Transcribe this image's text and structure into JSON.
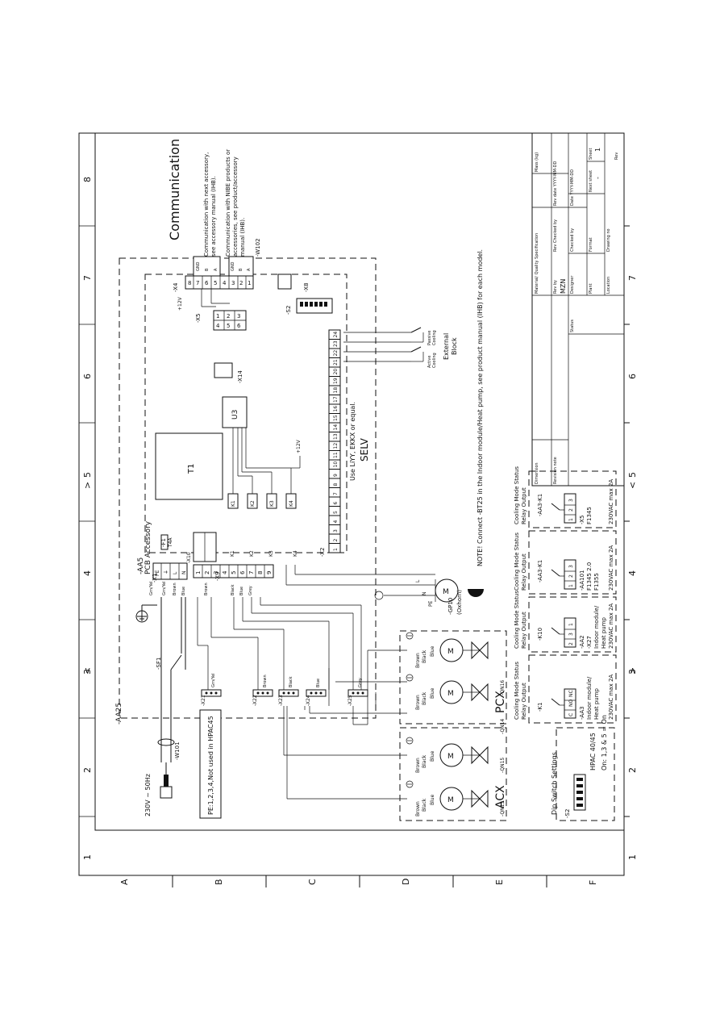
{
  "border": {
    "cols": [
      "1",
      "2",
      "3",
      "4",
      "5",
      "6",
      "7",
      "8"
    ],
    "rows": [
      "A",
      "B",
      "C",
      "D",
      "E",
      "F"
    ],
    "markers": [
      "<",
      "<",
      ">",
      ">"
    ]
  },
  "title": "Communication",
  "notes": {
    "comm1": [
      "Communication with next accessory,",
      "see accessory manual (IHB)."
    ],
    "comm2": [
      "Communication with NIBE products or",
      "accessories, see product/accessory",
      "manual (IHB)."
    ],
    "selv": "SELV",
    "cable": "Use LiYY, EKKX or equal.",
    "note": "NOTE! Connect -BT25 in the Indoor module/Heat pump, see product manual (IHB) for each model.",
    "pe": "PE:1,2,3,4,Not used in HPAC45",
    "supply": "230V ~ 50Hz",
    "ext_block": [
      "External",
      "Block"
    ],
    "active_cooling": [
      "Active",
      "Cooling"
    ],
    "passive_cooling": [
      "Passive",
      "Cooling"
    ]
  },
  "labels": {
    "aa25": "-AA25",
    "aa5": "-AA5",
    "pcb": "PCB Accessory",
    "x1": "-X1",
    "x2": "-X2",
    "x4": "-X4",
    "x5": "-X5",
    "x8": "-X8",
    "x9": "-X9",
    "x10": "-X10",
    "x14": "-X14",
    "x21": "-X21",
    "x22": "-X22",
    "x23": "-X23",
    "x24": "-X24",
    "x25": "-X25",
    "s2": "-S2",
    "f1": "-F1",
    "f1_val": "T4A",
    "t1": "T1",
    "u3": "U3",
    "sf1": "-SF1",
    "w101": "-W101",
    "w102": "-W102",
    "v12": "+12V",
    "k": [
      "K1",
      "K2",
      "K3",
      "K4"
    ],
    "gp10": "-GP10",
    "gp10b": "(Oxhorn)",
    "acx": "ACX",
    "pcx": "PCX",
    "qn13": "-QN13",
    "qn14": "-QN14",
    "qn15": "-QN15",
    "qn16": "-QN16"
  },
  "terminals": {
    "x1": [
      "PE",
      "⏚",
      "L",
      "N"
    ],
    "x9": [
      "1",
      "2",
      "3",
      "4",
      "5",
      "6",
      "7",
      "8",
      "9"
    ],
    "x2": [
      "1",
      "2",
      "3",
      "4",
      "5",
      "6",
      "7",
      "8",
      "9",
      "10",
      "11",
      "12",
      "13",
      "14",
      "15",
      "16",
      "17",
      "18",
      "19",
      "20",
      "21",
      "22",
      "23",
      "24"
    ],
    "x4_num": [
      "8",
      "7",
      "6",
      "5",
      "4",
      "3",
      "2",
      "1"
    ],
    "x4_txt": [
      "GND",
      "B",
      "A",
      "GND",
      "B",
      "A"
    ],
    "x5": [
      "1",
      "2",
      "3",
      "4",
      "5",
      "6"
    ]
  },
  "wires": {
    "x1": [
      "Grn/Yel",
      "Grn/Yel",
      "Brown",
      "Blue"
    ],
    "x9": [
      "Brown",
      "Black",
      "Blue",
      "Grey"
    ],
    "groups": [
      "Grn/Yel",
      "Brown",
      "Black",
      "Blue",
      "Grey"
    ],
    "pump": [
      "L",
      "N",
      "PE"
    ],
    "valve": [
      "Brown",
      "Black",
      "Blue"
    ]
  },
  "dip": {
    "title": "Dip Switch Settings",
    "s2": "-S2",
    "model": "HPAC 40/45",
    "setting": "On: 1,3 & 5 = On"
  },
  "relays": [
    {
      "title": [
        "Cooling Mode Status",
        "Relay Output"
      ],
      "relay": "-K1",
      "pins": [
        "C",
        "NO",
        "NC"
      ],
      "ref": [
        "-AA3",
        "Indoor module/",
        "Heat pump"
      ],
      "rating": "230VAC max 2A"
    },
    {
      "title": [
        "Cooling Mode Status",
        "Relay Output"
      ],
      "relay": "-K10",
      "pins": [
        "2",
        "3",
        "1"
      ],
      "ref": [
        "-AA2",
        "-X27",
        "Indoor module/",
        "Heat pump"
      ],
      "rating": "230VAC max 2A"
    },
    {
      "title": [
        "Cooling Mode Status",
        "Relay Output"
      ],
      "relay": "-AA3-K1",
      "pins": [
        "1",
        "2",
        "3"
      ],
      "ref": [
        "-AA101",
        "F1345 2.0",
        "F1355"
      ],
      "rating": "230VAC max 2A"
    },
    {
      "title": [
        "Cooling Mode Status",
        "Relay Output"
      ],
      "relay": "-AA3-K1",
      "pins": [
        "1",
        "2",
        "3"
      ],
      "ref": [
        "-X5",
        "F1345"
      ],
      "rating": "230VAC max 2A"
    }
  ],
  "titleblock": {
    "dimension": "Dimension",
    "revision": "Revision note",
    "status": "Status",
    "material": "Material/ Quality Specification",
    "mass": "Mass (kg)",
    "rev_by": "Rev by",
    "rev_by_val": "MZN",
    "rev_checked": "Rev Checked by",
    "rev_date": "Rev date YYYY-MM-DD",
    "designer": "Designer",
    "checked": "Checked by",
    "date": "Date YYYY-MM-DD",
    "plant": "Plant",
    "format": "Format",
    "next_sheet": "Next sheet",
    "sheet": "Sheet",
    "sheet_val": "1",
    "next_val": "-",
    "location": "Location",
    "drawing_no": "Drawing no",
    "rev": "Rev"
  }
}
